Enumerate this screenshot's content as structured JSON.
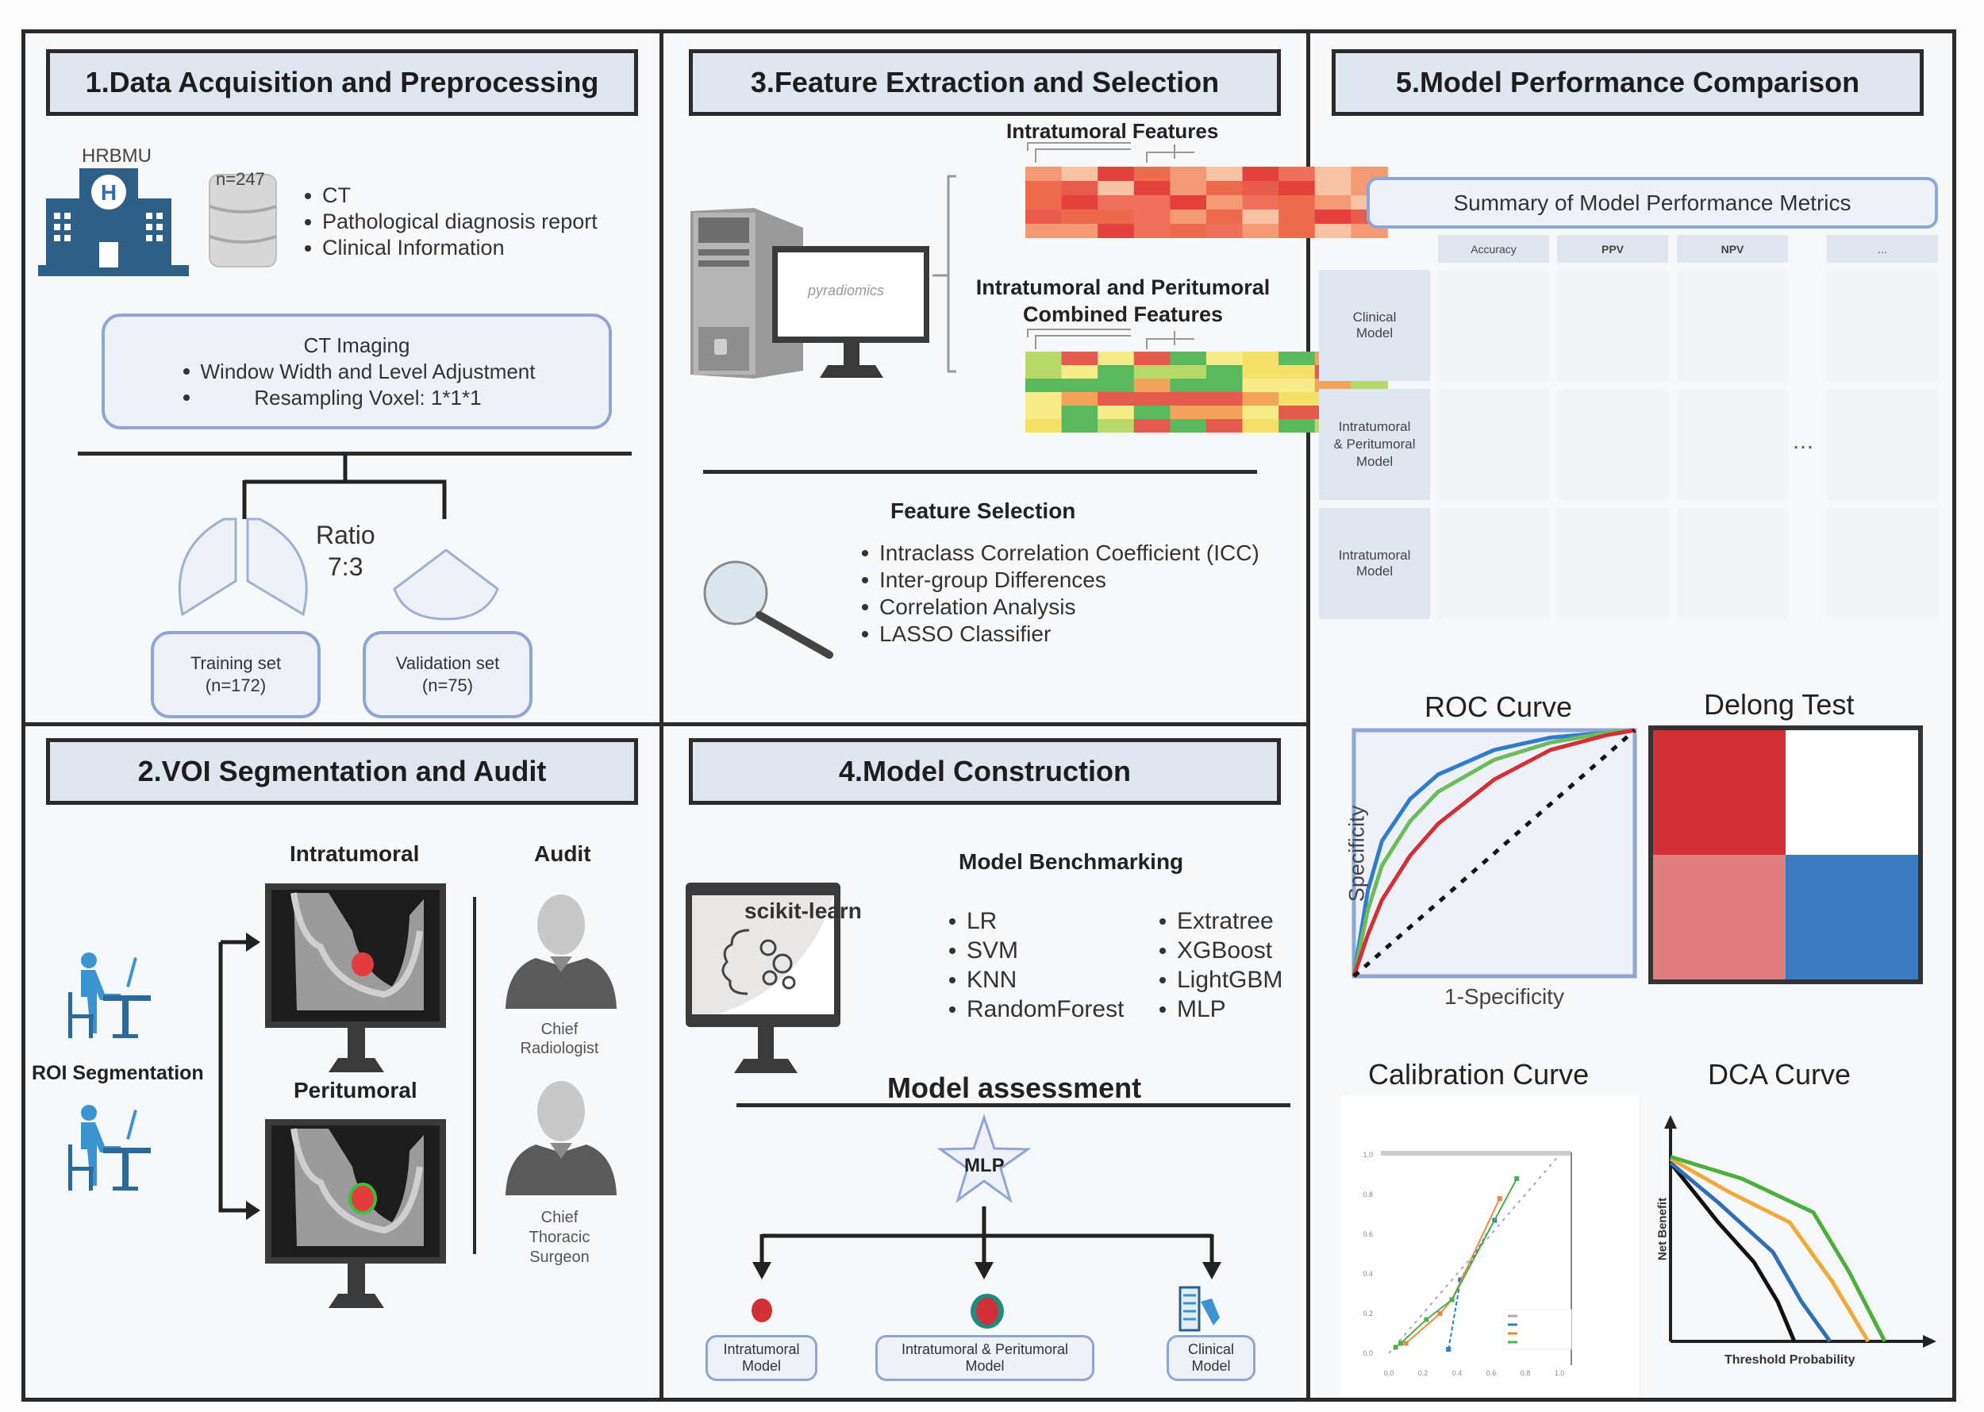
{
  "panel1": {
    "title": "1.Data Acquisition and Preprocessing",
    "hospital_label": "HRBMU",
    "db_count": "n=247",
    "data_items": [
      "CT",
      "Pathological diagnosis report",
      "Clinical Information"
    ],
    "imaging_title": "CT Imaging",
    "imaging_items": [
      "Window Width and Level Adjustment",
      "Resampling Voxel: 1*1*1"
    ],
    "ratio_label": "Ratio",
    "ratio_value": "7:3",
    "training_label": "Training set",
    "training_n": "(n=172)",
    "validation_label": "Validation set",
    "validation_n": "(n=75)"
  },
  "panel2": {
    "title": "2.VOI Segmentation and Audit",
    "roi_label": "ROI Segmentation",
    "intratumoral_label": "Intratumoral",
    "peritumoral_label": "Peritumoral",
    "audit_label": "Audit",
    "auditor1": [
      "Chief",
      "Radiologist"
    ],
    "auditor2": [
      "Chief",
      "Thoracic",
      "Surgeon"
    ]
  },
  "panel3": {
    "title": "3.Feature Extraction and Selection",
    "software_label": "pyradiomics",
    "heatmap1_title": "Intratumoral Features",
    "heatmap2_title_line1": "Intratumoral and Peritumoral",
    "heatmap2_title_line2": "Combined Features",
    "selection_title": "Feature Selection",
    "selection_items": [
      "Intraclass Correlation Coefficient (ICC)",
      "Inter-group Differences",
      "Correlation Analysis",
      "LASSO Classifier"
    ]
  },
  "panel4": {
    "title": "4.Model Construction",
    "library_label": "scikit-learn",
    "benchmark_title": "Model Benchmarking",
    "models_left": [
      "LR",
      "SVM",
      "KNN",
      "RandomForest"
    ],
    "models_right": [
      "Extratree",
      "XGBoost",
      "LightGBM",
      "MLP"
    ],
    "assessment_title": "Model assessment",
    "best_model": "MLP",
    "outputs": [
      {
        "line1": "Intratumoral",
        "line2": "Model"
      },
      {
        "line1": "Intratumoral & Peritumoral",
        "line2": "Model"
      },
      {
        "line1": "Clinical",
        "line2": "Model"
      }
    ]
  },
  "panel5": {
    "title": "5.Model Performance Comparison",
    "summary_title": "Summary of Model Performance Metrics",
    "columns": [
      "Accuracy",
      "PPV",
      "NPV",
      "..."
    ],
    "rows": [
      [
        "Clinical",
        "Model"
      ],
      [
        "Intratumoral",
        "& Peritumoral",
        "Model"
      ],
      [
        "Intratumoral",
        "Model"
      ]
    ],
    "ellipsis": "…",
    "roc_title": "ROC Curve",
    "roc_xlabel": "1-Specificity",
    "roc_ylabel": "Specificity",
    "delong_title": "Delong Test",
    "calibration_title": "Calibration Curve",
    "dca_title": "DCA Curve",
    "dca_xlabel": "Threshold Probability",
    "dca_ylabel": "Net Benefit"
  },
  "colors": {
    "accent_blue": "#2f6fb6",
    "hospital_blue": "#2e5f86",
    "person_blue": "#3b94d0",
    "title_fill": "#dfe6ef",
    "box_border": "#8ea6d4",
    "red": "#d32f36",
    "green": "#5cae4e",
    "orange": "#f2a93b",
    "blue": "#3a7bbf"
  },
  "chart_data": [
    {
      "type": "line",
      "title": "ROC Curve",
      "xlabel": "1-Specificity",
      "ylabel": "Specificity",
      "xlim": [
        0,
        1
      ],
      "ylim": [
        0,
        1
      ],
      "series": [
        {
          "name": "blue",
          "x": [
            0,
            0.05,
            0.1,
            0.2,
            0.3,
            0.5,
            0.7,
            0.9,
            1
          ],
          "y": [
            0,
            0.35,
            0.55,
            0.72,
            0.82,
            0.92,
            0.97,
            0.99,
            1
          ]
        },
        {
          "name": "green",
          "x": [
            0,
            0.05,
            0.1,
            0.2,
            0.3,
            0.5,
            0.7,
            0.9,
            1
          ],
          "y": [
            0,
            0.27,
            0.45,
            0.63,
            0.75,
            0.88,
            0.95,
            0.99,
            1
          ]
        },
        {
          "name": "red",
          "x": [
            0,
            0.05,
            0.1,
            0.2,
            0.3,
            0.5,
            0.7,
            0.9,
            1
          ],
          "y": [
            0,
            0.17,
            0.31,
            0.49,
            0.62,
            0.8,
            0.92,
            0.98,
            1
          ]
        },
        {
          "name": "reference",
          "x": [
            0,
            1
          ],
          "y": [
            0,
            1
          ]
        }
      ]
    },
    {
      "type": "heatmap",
      "title": "Delong Test",
      "values": [
        [
          "#d32f36",
          "#ffffff"
        ],
        [
          "#e07e7f",
          "#3a7bbf"
        ]
      ]
    },
    {
      "type": "line",
      "title": "Calibration Curve",
      "xlim": [
        0,
        1
      ],
      "ylim": [
        0,
        1
      ],
      "xticks": [
        "0.0",
        "0.2",
        "0.4",
        "0.6",
        "0.8",
        "1.0"
      ],
      "yticks": [
        "0.0",
        "0.2",
        "0.4",
        "0.6",
        "0.8",
        "1.0"
      ],
      "series": [
        {
          "name": "perfectly calibrated",
          "x": [
            0,
            1
          ],
          "y": [
            0,
            1
          ]
        },
        {
          "name": "blue",
          "x": [
            0.35,
            0.42,
            0.62
          ],
          "y": [
            0.02,
            0.37,
            0.67
          ]
        },
        {
          "name": "orange",
          "x": [
            0.1,
            0.3,
            0.37,
            0.65
          ],
          "y": [
            0.05,
            0.2,
            0.27,
            0.78
          ]
        },
        {
          "name": "green",
          "x": [
            0.04,
            0.07,
            0.22,
            0.37,
            0.75
          ],
          "y": [
            0.03,
            0.05,
            0.17,
            0.27,
            0.88
          ]
        }
      ]
    },
    {
      "type": "line",
      "title": "DCA Curve",
      "xlabel": "Threshold Probability",
      "ylabel": "Net Benefit",
      "series": [
        {
          "name": "black",
          "x": [
            0,
            0.2,
            0.35,
            0.45,
            0.52
          ],
          "y": [
            0.9,
            0.6,
            0.4,
            0.2,
            0
          ]
        },
        {
          "name": "blue",
          "x": [
            0,
            0.2,
            0.43,
            0.55,
            0.67
          ],
          "y": [
            0.9,
            0.7,
            0.45,
            0.2,
            0
          ]
        },
        {
          "name": "orange",
          "x": [
            0,
            0.25,
            0.5,
            0.68,
            0.83
          ],
          "y": [
            0.92,
            0.75,
            0.6,
            0.3,
            0
          ]
        },
        {
          "name": "green",
          "x": [
            0,
            0.3,
            0.6,
            0.75,
            0.9
          ],
          "y": [
            0.93,
            0.82,
            0.65,
            0.35,
            0
          ]
        }
      ]
    }
  ]
}
